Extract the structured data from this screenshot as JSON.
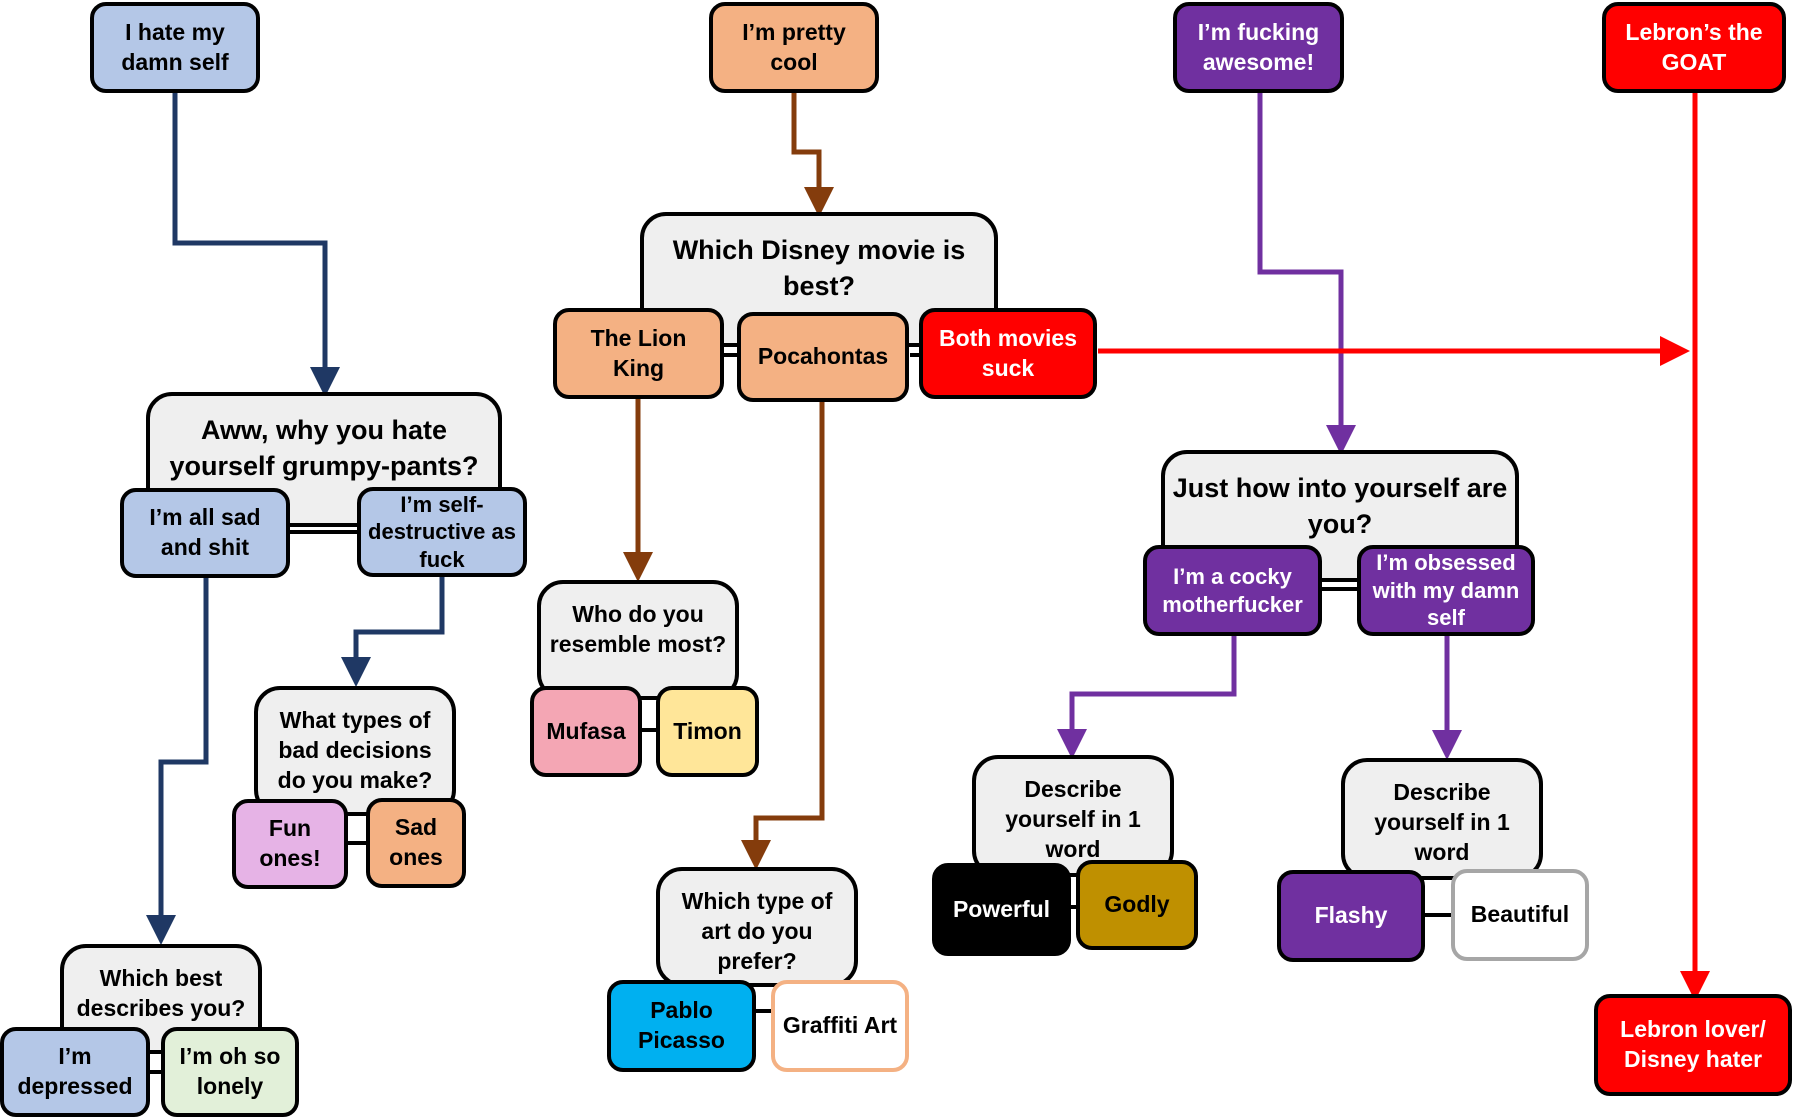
{
  "colors": {
    "navy": "#1f3864",
    "brown": "#843c0c",
    "purple": "#7030a0",
    "red": "#ff0000",
    "light_blue": "#b4c7e7",
    "peach": "#f4b183",
    "question_gray": "#efefef",
    "pink": "#f4a6b4",
    "light_yellow": "#ffe699",
    "light_purple": "#e6b3e6",
    "light_green": "#e2f0d9",
    "cyan": "#00b0f0",
    "gold": "#bf9000",
    "black": "#000000",
    "white": "#ffffff"
  },
  "nodes": {
    "hate_self": "I hate my damn self",
    "pretty_cool": "I’m pretty cool",
    "awesome": "I’m fucking awesome!",
    "lebron_goat": "Lebron’s the GOAT",
    "why_hate": "Aww, why you hate yourself grumpy-pants?",
    "all_sad": "I’m all sad and shit",
    "self_destructive": "I’m self-destructive as fuck",
    "bad_decisions": "What types of bad decisions do you make?",
    "fun_ones": "Fun ones!",
    "sad_ones": "Sad ones",
    "which_best": "Which best describes you?",
    "depressed": "I’m depressed",
    "lonely": "I’m oh so lonely",
    "disney_best": "Which Disney movie is best?",
    "lion_king": "The Lion King",
    "pocahontas": "Pocahontas",
    "both_suck": "Both movies suck",
    "resemble": "Who do you resemble most?",
    "mufasa": "Mufasa",
    "timon": "Timon",
    "art_type": "Which type of art do you prefer?",
    "picasso": "Pablo Picasso",
    "graffiti": "Graffiti Art",
    "into_yourself": "Just how into yourself are you?",
    "cocky": "I’m a cocky motherfucker",
    "obsessed": "I’m obsessed with my damn self",
    "describe_1": "Describe yourself in 1 word",
    "powerful": "Powerful",
    "godly": "Godly",
    "describe_2": "Describe yourself in 1 word",
    "flashy": "Flashy",
    "beautiful": "Beautiful",
    "lebron_lover": "Lebron lover/ Disney hater"
  }
}
